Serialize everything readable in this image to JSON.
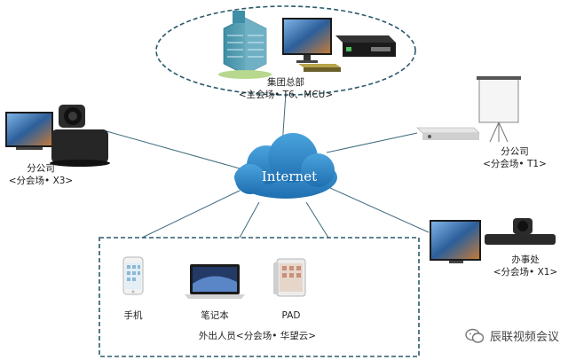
{
  "cloud": {
    "label": "Internet"
  },
  "headquarters": {
    "name": "集团总部",
    "role": "<主会场• T6、MCU>"
  },
  "branch_left": {
    "name": "分公司",
    "role": "<分会场• X3>"
  },
  "branch_right": {
    "name": "分公司",
    "role": "<分会场• T1>"
  },
  "office": {
    "name": "办事处",
    "role": "<分会场• X1>"
  },
  "remote": {
    "devices": [
      {
        "label": "手机",
        "icon": "smartphone-icon"
      },
      {
        "label": "笔记本",
        "icon": "laptop-icon"
      },
      {
        "label": "PAD",
        "icon": "tablet-icon"
      }
    ],
    "caption": "外出人员<分会场• 华望云>"
  },
  "watermark": {
    "text": "辰联视频会议"
  },
  "colors": {
    "cloud": "#2e86c6",
    "dashed_border": "#2b5a6b",
    "screen": "#3a6fa8",
    "device_dark": "#222222"
  }
}
